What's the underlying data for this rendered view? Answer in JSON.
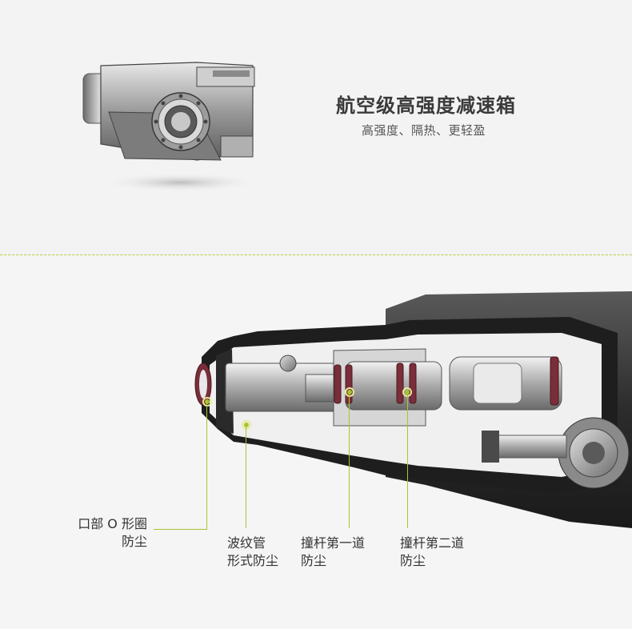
{
  "top": {
    "title": "航空级高强度减速箱",
    "subtitle": "高强度、隔热、更轻盈"
  },
  "callouts": [
    {
      "line1": "口部 O 形圈",
      "line2": "防尘"
    },
    {
      "line1": "波纹管",
      "line2": "形式防尘"
    },
    {
      "line1": "撞杆第一道",
      "line2": "防尘"
    },
    {
      "line1": "撞杆第二道",
      "line2": "防尘"
    }
  ],
  "colors": {
    "accent": "#a8c431",
    "seal": "#7a2e3a",
    "divider": "#b8d038"
  }
}
